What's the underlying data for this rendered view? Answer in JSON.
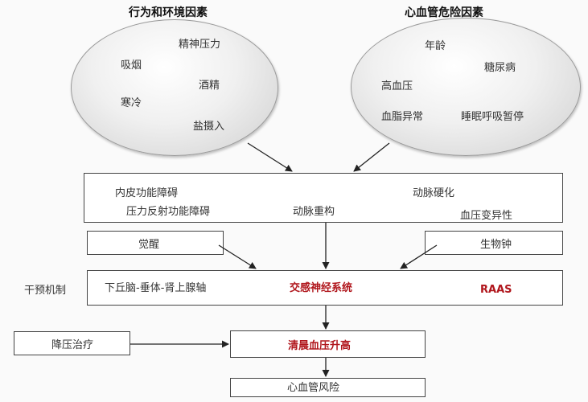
{
  "behavior": {
    "title": "行为和环境因素",
    "items": [
      "吸烟",
      "精神压力",
      "酒精",
      "寒冷",
      "盐摄入"
    ]
  },
  "cardio": {
    "title": "心血管危险因素",
    "items": [
      "年龄",
      "糖尿病",
      "高血压",
      "血脂异常",
      "睡眠呼吸暂停"
    ]
  },
  "mechanism": {
    "items": [
      "内皮功能障碍",
      "压力反射功能障碍",
      "动脉重构",
      "动脉硬化",
      "血压变异性"
    ]
  },
  "triggers": {
    "left": "觉醒",
    "right": "生物钟"
  },
  "intervention": {
    "label": "干预机制",
    "axis": "下丘脑-垂体-肾上腺轴",
    "sympathetic": "交感神经系统",
    "raas": "RAAS"
  },
  "treatment": {
    "label": "降压治疗"
  },
  "morning": {
    "label": "清晨血压升高"
  },
  "outcome": {
    "label": "心血管风险"
  },
  "colors": {
    "highlight": "#b0161c",
    "border": "#444444"
  }
}
